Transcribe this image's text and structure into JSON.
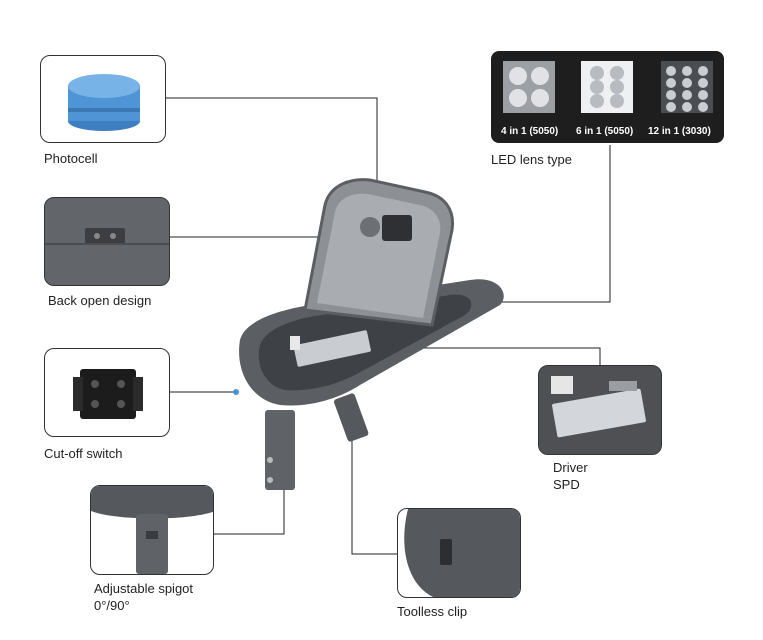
{
  "callouts": {
    "photocell": "Photocell",
    "back_open": "Back open design",
    "cutoff": "Cut-off switch",
    "spigot_line1": "Adjustable spigot",
    "spigot_line2": "0°/90°",
    "toolless": "Toolless clip",
    "driver": "Driver",
    "spd": "SPD",
    "led_lens": "LED lens type"
  },
  "lens_types": [
    "4 in 1 (5050)",
    "6 in 1 (5050)",
    "12 in 1 (3030)"
  ],
  "colors": {
    "leader": "#222222",
    "dot": "#4a90d9",
    "housing": "#55585c",
    "photocell": "#4f95d6"
  }
}
